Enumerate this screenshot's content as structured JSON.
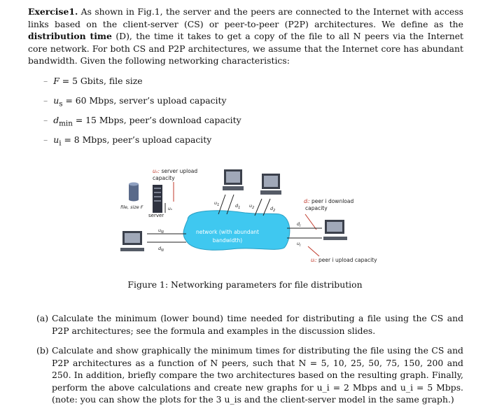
{
  "intro": {
    "heading": "Exercise1.",
    "text_a": " As shown in Fig.1, the server and the peers are connected to the Internet with access links based on the client-server (CS) or peer-to-peer (P2P) architectures. We define as the ",
    "term": "distribution time",
    "text_b": " (D), the time it takes to get a copy of the file to all N peers via the Internet core network. For both CS and P2P architectures, we assume that the Internet core has abundant bandwidth. Given the following networking characteristics:"
  },
  "params": [
    {
      "symbol": "F",
      "expr": " = 5 Gbits, file size"
    },
    {
      "symbol": "u",
      "sub": "s",
      "expr": " = 60 Mbps, server’s upload capacity"
    },
    {
      "symbol": "d",
      "sub": "min",
      "expr": " = 15 Mbps, peer’s download capacity"
    },
    {
      "symbol": "u",
      "sub": "i",
      "expr": " = 8 Mbps, peer’s upload capacity"
    }
  ],
  "figure": {
    "caption": "Figure 1: Networking parameters for file distribution",
    "server_upload_label": "u_s: server upload capacity",
    "server_upload_line1": "server upload",
    "server_upload_line2": "capacity",
    "file_label": "file, size F",
    "server_label": "server",
    "us_label": "u_s",
    "uN_label": "u_N",
    "dN_label": "d_N",
    "u1_label": "u_1",
    "d1_label": "d_1",
    "u2_label": "u_2",
    "d2_label": "d_2",
    "network_line1": "network (with abundant",
    "network_line2": "bandwidth)",
    "peer_download_line1": "peer i download",
    "peer_download_line2": "capacity",
    "di_label": "d_i",
    "ui_label": "u_i",
    "peer_upload_label": "peer i upload capacity",
    "accent_color": "#3fc8f0",
    "label_color": "#c0392b"
  },
  "questions": [
    {
      "label": "(a)",
      "text": "Calculate the minimum (lower bound) time needed for distributing a file using the CS and P2P architectures; see the formula and examples in the discussion slides."
    },
    {
      "label": "(b)",
      "text": "Calculate and show graphically the minimum times for distributing the file using the CS and P2P architectures as a function of N peers, such that N = 5, 10, 25, 50, 75, 150, 200 and 250. In addition, briefly compare the two architectures based on the resulting graph. Finally, perform the above calculations and create new graphs for u_i = 2 Mbps and u_i = 5 Mbps. (note: you can show the plots for the 3 u_is and the client-server model in the same graph.)"
    }
  ]
}
